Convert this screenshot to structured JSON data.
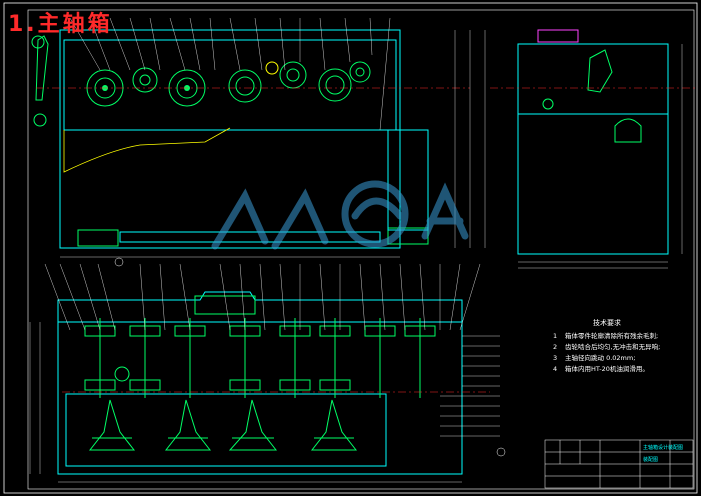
{
  "title": "1.主轴箱",
  "notes": {
    "heading": "技术要求",
    "items": [
      {
        "num": "1",
        "text": "箱体零件轮廓清除所有残余毛刺;"
      },
      {
        "num": "2",
        "text": "齿轮啮合后均匀,无冲击和无异响;"
      },
      {
        "num": "3",
        "text": "主轴径向跳动 0.02mm;"
      },
      {
        "num": "4",
        "text": "箱体内用HT-20机油润滑用。"
      }
    ]
  },
  "title_block": {
    "row1": "主轴箱设计装配图",
    "row2": "装配图"
  },
  "colors": {
    "background": "#000000",
    "frame": "#ffffff",
    "outline": "#00ffff",
    "parts": "#00ff66",
    "center": "#ff2a2a",
    "annotation": "#ffff00",
    "magenta": "#ff44ff",
    "watermark": "#3a9bd6"
  },
  "icons": [
    "watermark-logo"
  ]
}
